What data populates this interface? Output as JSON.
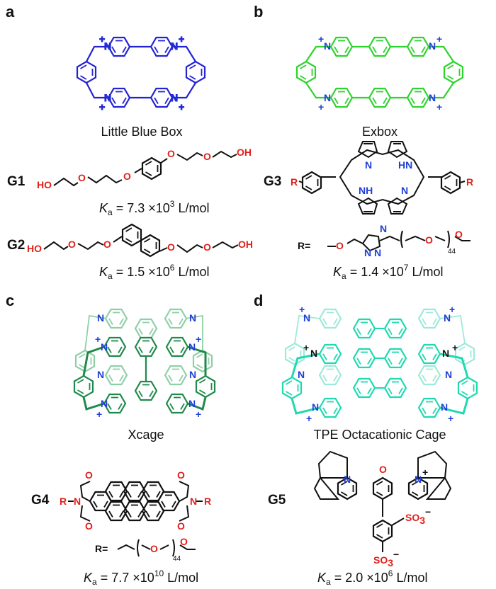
{
  "panels": {
    "a": {
      "letter": "a",
      "host_name": "Little Blue Box",
      "guests": [
        {
          "label": "G1",
          "ka_prefix": "K",
          "ka_sub": "a",
          "ka_value": " = 7.3 ×10",
          "ka_exp": "3",
          "ka_unit": " L/mol"
        },
        {
          "label": "G2",
          "ka_prefix": "K",
          "ka_sub": "a",
          "ka_value": " = 1.5 ×10",
          "ka_exp": "6",
          "ka_unit": " L/mol"
        }
      ]
    },
    "b": {
      "letter": "b",
      "host_name": "Exbox",
      "guests": [
        {
          "label": "G3",
          "ka_prefix": "K",
          "ka_sub": "a",
          "ka_value": " = 1.4 ×10",
          "ka_exp": "7",
          "ka_unit": " L/mol"
        }
      ],
      "r_label": "R=",
      "peg_n": "44"
    },
    "c": {
      "letter": "c",
      "host_name": "Xcage",
      "guests": [
        {
          "label": "G4",
          "ka_prefix": "K",
          "ka_sub": "a",
          "ka_value": " = 7.7 ×10",
          "ka_exp": "10",
          "ka_unit": " L/mol"
        }
      ],
      "r_label": "R=",
      "peg_n": "44"
    },
    "d": {
      "letter": "d",
      "host_name": "TPE Octacationic Cage",
      "guests": [
        {
          "label": "G5",
          "ka_prefix": "K",
          "ka_sub": "a",
          "ka_value": " = 2.0 ×10",
          "ka_exp": "6",
          "ka_unit": " L/mol"
        }
      ]
    }
  },
  "atoms": {
    "N": "N",
    "plus": "+",
    "O": "O",
    "HO": "HO",
    "OH": "OH",
    "R": "R",
    "HN": "HN",
    "NH": "NH",
    "SO3": "SO",
    "three": "3",
    "minus": "−"
  },
  "colors": {
    "blue_box": "#2323d6",
    "exbox": "#2ed32e",
    "xcage": "#1f8a4c",
    "xcage_light": "#8fcfa8",
    "tpe": "#1fd9b0",
    "tpe_light": "#9fe9da",
    "hetero_red": "#e0201b",
    "nitrogen_blue": "#1d3fd6",
    "bond": "#111111"
  }
}
